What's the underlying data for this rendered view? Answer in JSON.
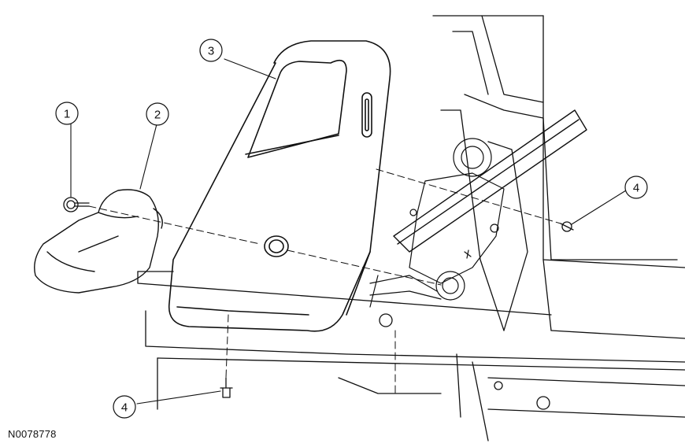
{
  "figure_id": "N0078778",
  "callouts": [
    {
      "label": "1",
      "part": "screw"
    },
    {
      "label": "2",
      "part": "knob"
    },
    {
      "label": "3",
      "part": "trim-panel"
    },
    {
      "label": "4",
      "part": "pin-type-retainer-right"
    },
    {
      "label": "4",
      "part": "pin-type-retainer-bottom"
    }
  ]
}
